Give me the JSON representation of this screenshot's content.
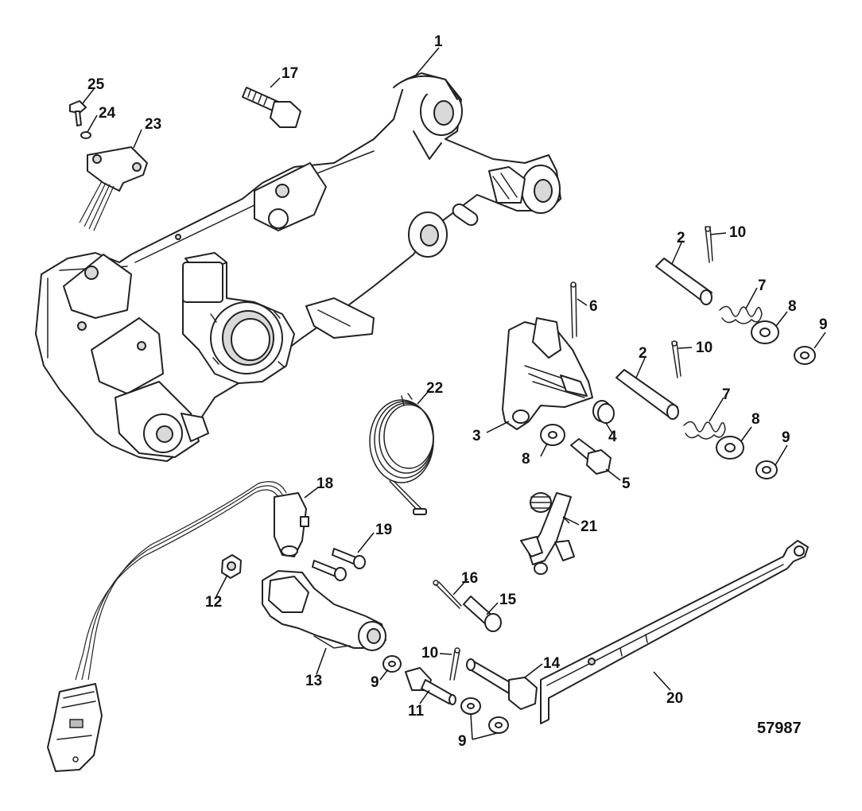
{
  "figure_number": "57987",
  "callouts": {
    "c1": "1",
    "c2a": "2",
    "c2b": "2",
    "c3": "3",
    "c4": "4",
    "c5": "5",
    "c6": "6",
    "c7a": "7",
    "c7b": "7",
    "c8a": "8",
    "c8b": "8",
    "c8c": "8",
    "c9a": "9",
    "c9b": "9",
    "c9c": "9",
    "c9d": "9",
    "c10a": "10",
    "c10b": "10",
    "c10c": "10",
    "c11": "11",
    "c12": "12",
    "c13": "13",
    "c14": "14",
    "c15": "15",
    "c16": "16",
    "c17": "17",
    "c18": "18",
    "c19": "19",
    "c20": "20",
    "c21": "21",
    "c22": "22",
    "c23": "23",
    "c24": "24",
    "c25": "25"
  },
  "colors": {
    "line": "#222222",
    "background": "#ffffff",
    "shade": "#bdbdbd"
  }
}
